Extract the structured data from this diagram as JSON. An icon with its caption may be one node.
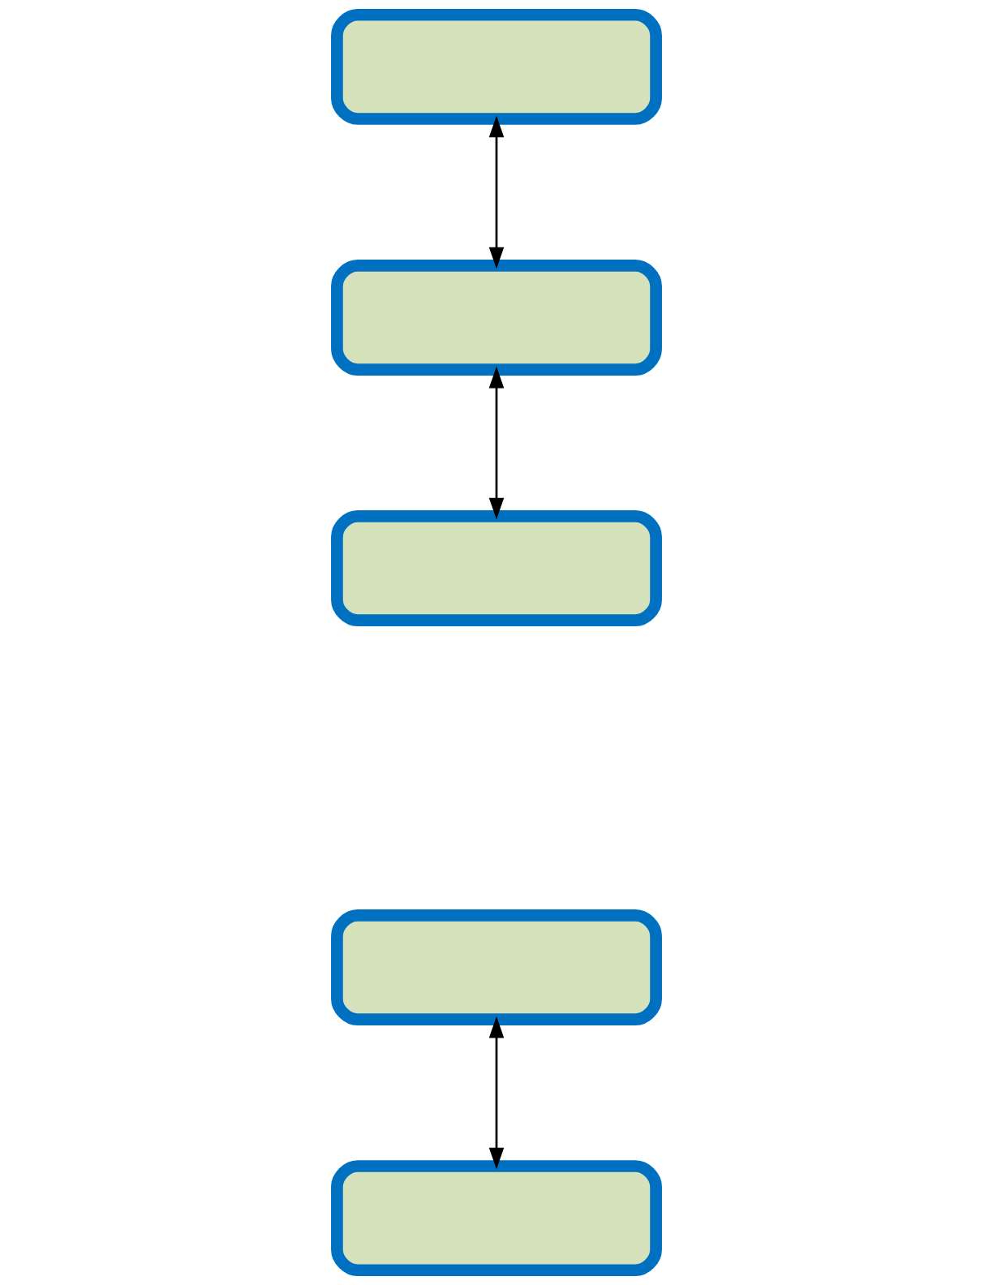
{
  "diagram": {
    "nodes": [
      {
        "text": [],
        "shape": "box"
      },
      {
        "text": [],
        "shape": "box"
      },
      {
        "text": [],
        "shape": "box"
      },
      {
        "text": [],
        "shape": "box"
      },
      {
        "text": [],
        "shape": "box"
      }
    ],
    "edges": [
      {
        "from": 0,
        "to": 1,
        "arrow": "both"
      },
      {
        "from": 1,
        "to": 2,
        "arrow": "both"
      },
      {
        "from": 3,
        "to": 4,
        "arrow": "both"
      }
    ]
  }
}
